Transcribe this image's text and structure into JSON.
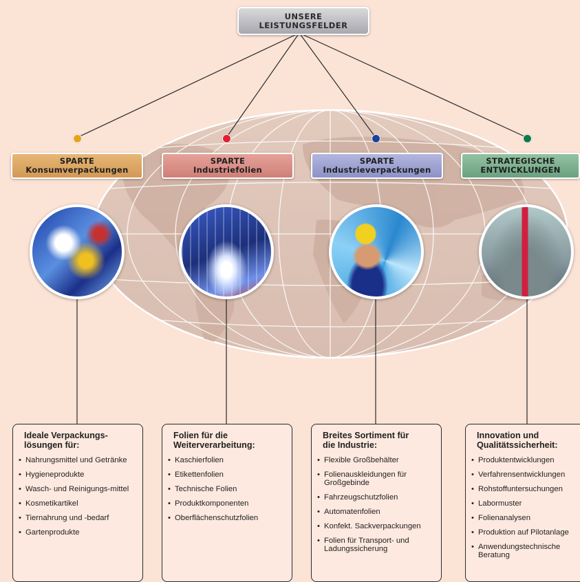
{
  "header": {
    "line1": "UNSERE",
    "line2": "LEISTUNGSFELDER"
  },
  "divisions": [
    {
      "label1": "SPARTE",
      "label2": "Konsumverpackungen",
      "color": "#d9a05a",
      "dot": "#e8a21a"
    },
    {
      "label1": "SPARTE",
      "label2": "Industriefolien",
      "color": "#d58a82",
      "dot": "#e02030"
    },
    {
      "label1": "SPARTE",
      "label2": "Industrieverpackungen",
      "color": "#9a9fcf",
      "dot": "#1f3f9a"
    },
    {
      "label1": "STRATEGISCHE",
      "label2": "ENTWICKLUNGEN",
      "color": "#7fb08f",
      "dot": "#0e7a4a"
    }
  ],
  "cards": [
    {
      "heading": [
        "Ideale Verpackungs-",
        "lösungen für:"
      ],
      "items": [
        "Nahrungsmittel und Getränke",
        "Hygieneprodukte",
        "Wasch- und Reinigungs-mittel",
        "Kosmetikartikel",
        "Tiernahrung und -bedarf",
        "Gartenprodukte"
      ]
    },
    {
      "heading": [
        "Folien für die",
        "Weiterverarbeitung:"
      ],
      "items": [
        "Kaschierfolien",
        "Etikettenfolien",
        "Technische Folien",
        "Produktkomponenten",
        "Oberflächenschutzfolien"
      ]
    },
    {
      "heading": [
        "Breites Sortiment für",
        "die Industrie:"
      ],
      "items": [
        "Flexible Großbehälter",
        "Folienauskleidungen für Großgebinde",
        "Fahrzeugschutzfolien",
        "Automatenfolien",
        "Konfekt. Sackverpackungen",
        "Folien für Transport- und Ladungssicherung"
      ]
    },
    {
      "heading": [
        "Innovation und",
        "Qualitätssicherheit:"
      ],
      "items": [
        "Produktentwicklungen",
        "Verfahrensentwicklungen",
        "Rohstoffuntersuchungen",
        "Labormuster",
        "Folienanalysen",
        "Produktion auf Pilotanlage",
        "Anwendungstechnische Beratung"
      ]
    }
  ],
  "icons": [
    "world-map-icon",
    "packaging-photo",
    "industrial-film-photo",
    "worker-with-phone-photo",
    "laboratory-photo"
  ]
}
